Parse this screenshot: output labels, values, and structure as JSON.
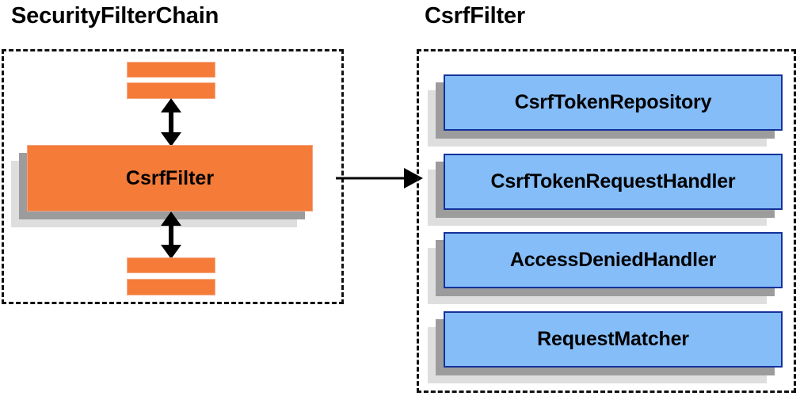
{
  "diagram": {
    "background": "#ffffff",
    "panels": [
      {
        "id": "security-filter-chain",
        "title": "SecurityFilterChain",
        "border_color": "#111111",
        "border_style": "dashed",
        "nodes": [
          {
            "label": "",
            "kind": "bar",
            "color": "#f47b38"
          },
          {
            "label": "",
            "kind": "bar",
            "color": "#f47b38"
          },
          {
            "label": "CsrfFilter",
            "kind": "box",
            "color": "#f47b38"
          },
          {
            "label": "",
            "kind": "bar",
            "color": "#f47b38"
          },
          {
            "label": "",
            "kind": "bar",
            "color": "#f47b38"
          }
        ],
        "connectors": [
          {
            "type": "double-arrow-vertical",
            "from": "bar-2",
            "to": "CsrfFilter"
          },
          {
            "type": "double-arrow-vertical",
            "from": "CsrfFilter",
            "to": "bar-3"
          }
        ]
      },
      {
        "id": "csrf-filter",
        "title": "CsrfFilter",
        "border_color": "#111111",
        "border_style": "dashed",
        "nodes": [
          {
            "label": "CsrfTokenRepository",
            "kind": "box",
            "color": "#85bdf9"
          },
          {
            "label": "CsrfTokenRequestHandler",
            "kind": "box",
            "color": "#85bdf9"
          },
          {
            "label": "AccessDeniedHandler",
            "kind": "box",
            "color": "#85bdf9"
          },
          {
            "label": "RequestMatcher",
            "kind": "box",
            "color": "#85bdf9"
          }
        ]
      }
    ],
    "cross_connector": {
      "type": "arrow-right",
      "from": "security-filter-chain",
      "to": "csrf-filter",
      "color": "#000000"
    },
    "colors": {
      "orange_fill": "#f47b38",
      "orange_border": "#f7ad8a",
      "blue_fill": "#85bdf9",
      "blue_border": "#15329b",
      "shadow_dark": "#9c9c9c",
      "shadow_light": "#dedede",
      "text": "#000000"
    }
  }
}
